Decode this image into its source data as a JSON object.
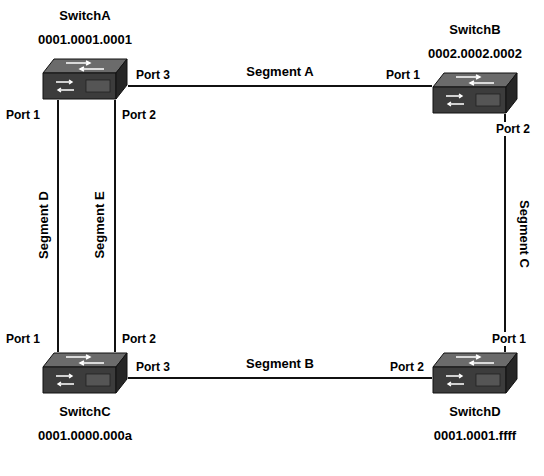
{
  "diagram": {
    "nodes": [
      {
        "text": [
          "SwitchA",
          "0001.0001.0001"
        ]
      },
      {
        "text": [
          "SwitchB",
          "0002.0002.0002"
        ]
      },
      {
        "text": [
          "SwitchC",
          "0001.0000.000a"
        ]
      },
      {
        "text": [
          "SwitchD",
          "0001.0001.ffff"
        ]
      }
    ],
    "edges": [
      {
        "from": 0,
        "to": 1,
        "label": "Segment A",
        "arrow": "none"
      },
      {
        "from": 2,
        "to": 3,
        "label": "Segment B",
        "arrow": "none"
      },
      {
        "from": 1,
        "to": 3,
        "label": "Segment C",
        "arrow": "none"
      },
      {
        "from": 0,
        "to": 2,
        "label": "Segment D",
        "arrow": "none"
      },
      {
        "from": 0,
        "to": 2,
        "label": "Segment E",
        "arrow": "none"
      }
    ],
    "labels": [
      "Port 3",
      "Port 1",
      "Port 2",
      "Port 1",
      "Port 2",
      "Port 1",
      "Port 2",
      "Port 3",
      "Port 2",
      "Port 1"
    ]
  }
}
